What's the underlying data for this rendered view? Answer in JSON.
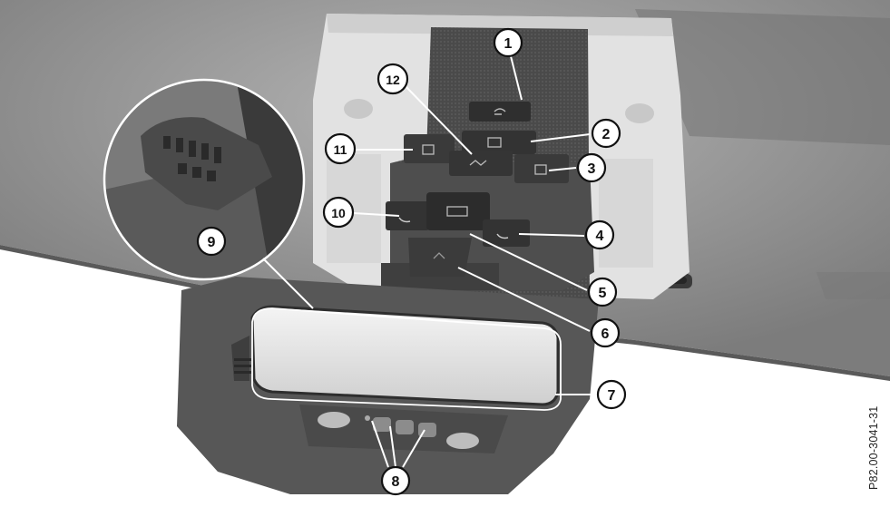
{
  "image_code": "P82.00-3041-31",
  "callouts": [
    {
      "label": "1"
    },
    {
      "label": "2"
    },
    {
      "label": "3"
    },
    {
      "label": "4"
    },
    {
      "label": "5"
    },
    {
      "label": "6"
    },
    {
      "label": "7"
    },
    {
      "label": "8"
    },
    {
      "label": "9"
    },
    {
      "label": "10"
    },
    {
      "label": "11"
    },
    {
      "label": "12"
    }
  ],
  "colors": {
    "headliner": "#9a9a9a",
    "panel_light": "#e4e4e4",
    "panel_dark": "#4a4a4a",
    "button": "#3a3a3a",
    "callout_fill": "#ffffff",
    "callout_stroke": "#111111"
  },
  "icons": [
    "sliding-sunroof-icon",
    "rear-window-blind-icon",
    "right-reading-lamp-icon",
    "end-call-icon",
    "telephone-icon",
    "interior-lighting-icon",
    "roller-sunblind-icon",
    "microphone-icon",
    "left-reading-lamp-icon",
    "automatic-interior-light-icon",
    "sos-button-icon",
    "roadside-assistance-icon"
  ]
}
